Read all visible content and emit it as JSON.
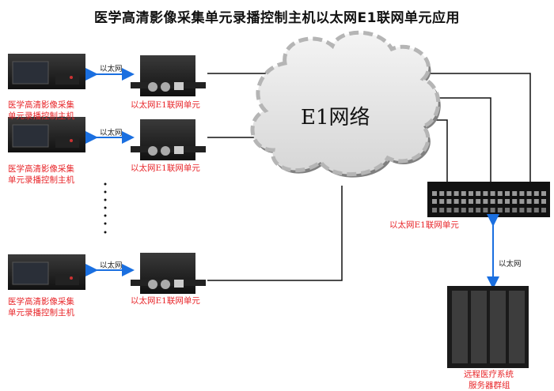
{
  "title": "医学高清影像采集单元录播控制主机以太网E1联网单元应用",
  "cloud": {
    "label": "E1网络"
  },
  "hosts": [
    {
      "line1": "医学高清影像采集",
      "line2": "单元录播控制主机",
      "link_label": "以太网",
      "converter_label": "以太网E1联网单元"
    },
    {
      "line1": "医学高清影像采集",
      "line2": "单元录播控制主机",
      "link_label": "以太网",
      "converter_label": "以太网E1联网单元"
    },
    {
      "line1": "医学高清影像采集",
      "line2": "单元录播控制主机",
      "link_label": "以太网",
      "converter_label": "以太网E1联网单元"
    }
  ],
  "rack": {
    "label": "以太网E1联网单元"
  },
  "uplink_label": "以太网",
  "server": {
    "line1": "远程医疗系统",
    "line2": "服务器群组"
  },
  "colors": {
    "label_red": "#e8262a",
    "arrow_blue": "#1a6fe0",
    "cloud_fill": "#e6e6e6",
    "cloud_dash": "#b5b5b5"
  }
}
